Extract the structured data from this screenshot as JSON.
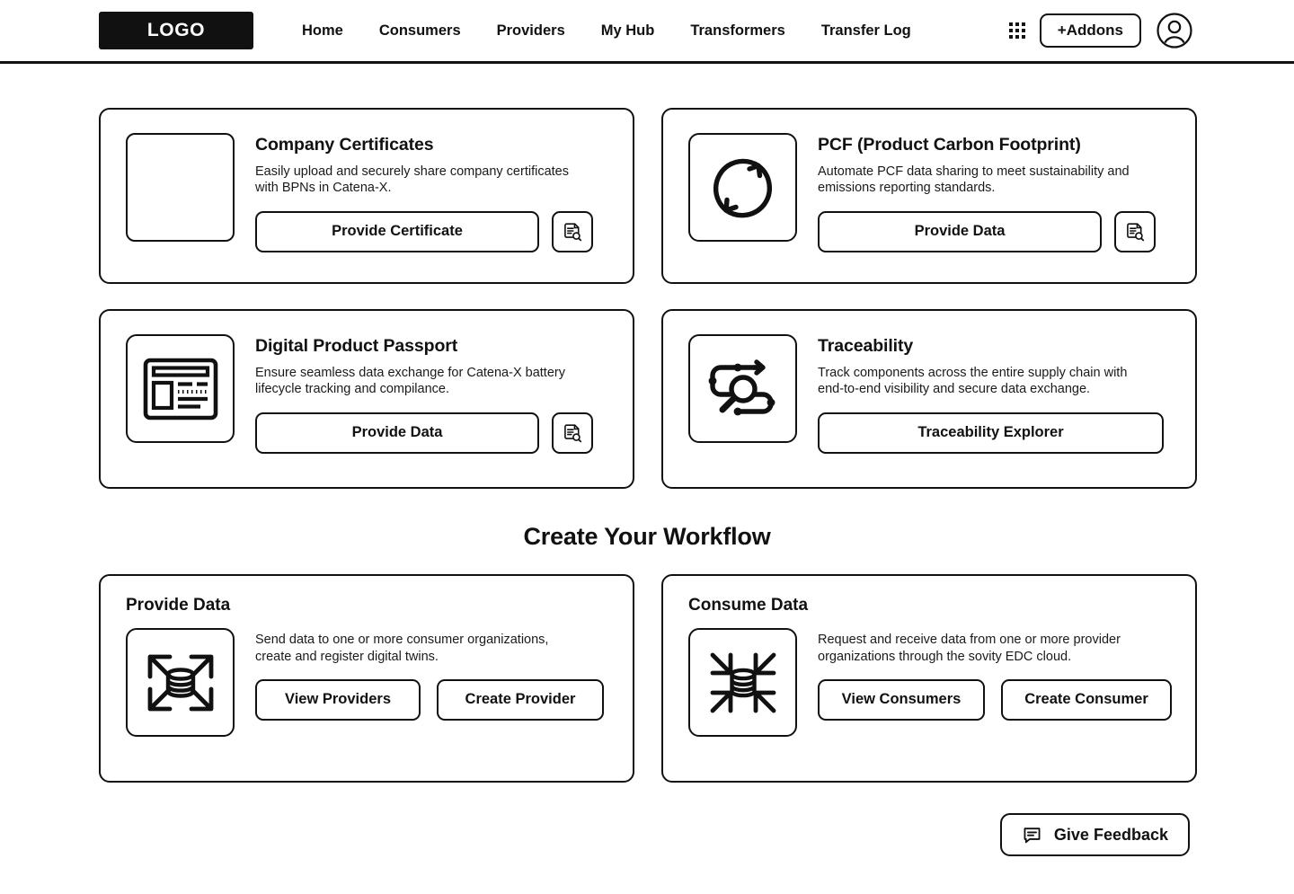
{
  "header": {
    "logo_text": "LOGO",
    "nav_items": [
      {
        "label": "Home"
      },
      {
        "label": "Consumers"
      },
      {
        "label": "Providers"
      },
      {
        "label": "My Hub"
      },
      {
        "label": "Transformers"
      },
      {
        "label": "Transfer Log"
      }
    ],
    "apps_icon": "apps-grid-icon",
    "addons_label": "+Addons",
    "avatar_icon": "user-avatar-icon"
  },
  "feature_cards": [
    {
      "id": "company-certificates",
      "icon": "blank-placeholder-icon",
      "title": "Company Certificates",
      "description": "Easily upload and securely share company certificates with BPNs in Catena-X.",
      "primary_button": "Provide Certificate",
      "secondary_icon": "document-search-icon"
    },
    {
      "id": "pcf",
      "icon": "recycle-cycle-icon",
      "title": "PCF (Product Carbon Footprint)",
      "description": "Automate PCF data sharing to meet sustainability and emissions reporting standards.",
      "primary_button": "Provide Data",
      "secondary_icon": "document-search-icon"
    },
    {
      "id": "digital-product-passport",
      "icon": "id-card-document-icon",
      "title": "Digital Product Passport",
      "description": "Ensure seamless data exchange for Catena-X battery lifecycle tracking and compilance.",
      "primary_button": "Provide Data",
      "secondary_icon": "document-search-icon"
    },
    {
      "id": "traceability",
      "icon": "traceability-path-magnifier-icon",
      "title": "Traceability",
      "description": "Track components across the entire supply chain with end-to-end visibility and secure data exchange.",
      "primary_button": "Traceability Explorer",
      "secondary_icon": null
    }
  ],
  "workflow": {
    "heading": "Create Your Workflow",
    "cards": [
      {
        "id": "provide-data",
        "title": "Provide Data",
        "icon": "database-arrows-out-icon",
        "description": "Send data to one or more consumer organizations, create and register digital twins.",
        "buttons": [
          {
            "label": "View Providers"
          },
          {
            "label": "Create Provider"
          }
        ]
      },
      {
        "id": "consume-data",
        "title": "Consume Data",
        "icon": "database-arrows-in-icon",
        "description": "Request and receive data from one or more provider organizations through the sovity EDC cloud.",
        "buttons": [
          {
            "label": "View Consumers"
          },
          {
            "label": "Create Consumer"
          }
        ]
      }
    ]
  },
  "feedback": {
    "icon": "chat-bubble-icon",
    "label": "Give Feedback"
  },
  "colors": {
    "ink": "#111111",
    "background": "#ffffff"
  }
}
